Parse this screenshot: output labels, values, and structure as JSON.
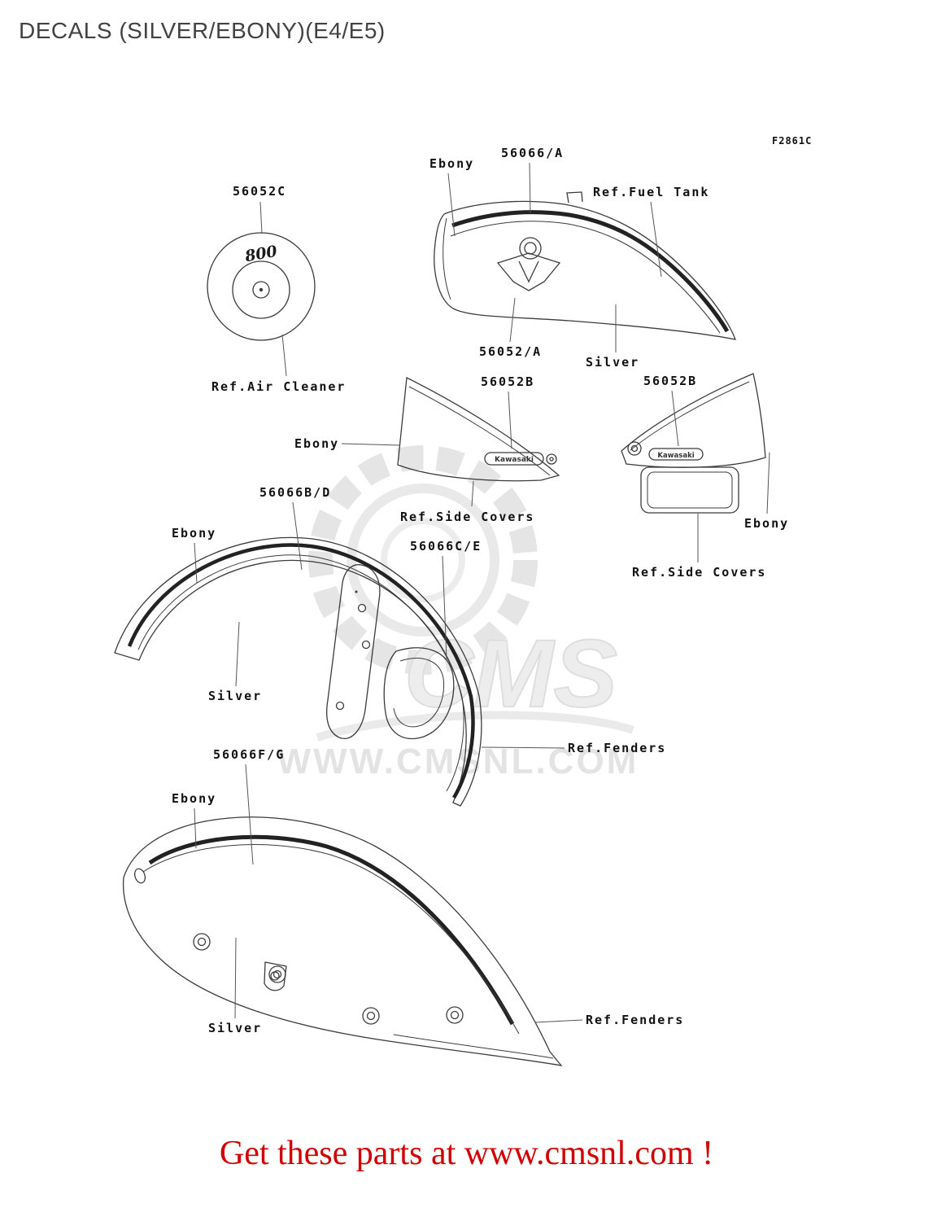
{
  "page": {
    "title": "DECALS (SILVER/EBONY)(E4/E5)",
    "footer": "Get these parts at www.cmsnl.com !"
  },
  "watermark": {
    "brand": "CMS",
    "url": "WWW.CMSNL.COM"
  },
  "diagram": {
    "code": "F2861C",
    "air_cleaner": {
      "part": "56052C",
      "ref": "Ref.Air Cleaner",
      "decal_text": "800"
    },
    "fuel_tank": {
      "part_stripe": "56066/A",
      "part_emblem": "56052/A",
      "ref": "Ref.Fuel Tank",
      "color_top": "Ebony",
      "color_bottom": "Silver"
    },
    "side_cover_left": {
      "part": "56052B",
      "color": "Ebony",
      "ref": "Ref.Side Covers",
      "badge": "Kawasaki"
    },
    "side_cover_right": {
      "part": "56052B",
      "color": "Ebony",
      "ref": "Ref.Side Covers",
      "badge": "Kawasaki"
    },
    "front_fender": {
      "part_ebony": "56066B/D",
      "color_ebony": "Ebony",
      "part_silver": "56066C/E",
      "color_silver": "Silver",
      "ref": "Ref.Fenders"
    },
    "rear_fender": {
      "part": "56066F/G",
      "color_ebony": "Ebony",
      "color_silver": "Silver",
      "ref": "Ref.Fenders"
    }
  }
}
